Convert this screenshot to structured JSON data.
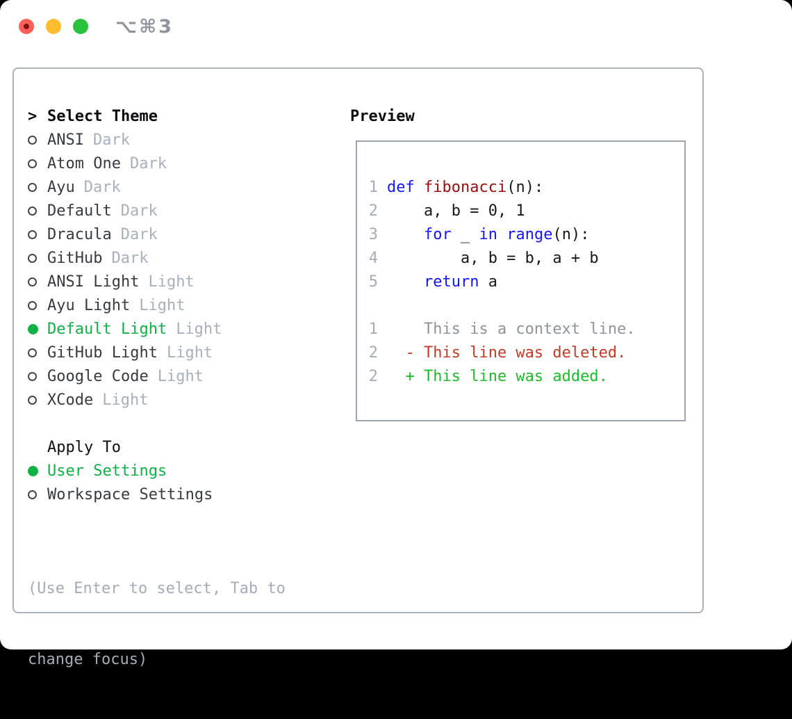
{
  "window": {
    "shortcut_label": "⌥⌘3",
    "traffic_lights": [
      "close-button",
      "minimize-button",
      "zoom-button"
    ]
  },
  "theme_selector": {
    "prompt": ">",
    "title": "Select Theme",
    "items": [
      {
        "name": "ANSI",
        "variant": "Dark",
        "selected": false
      },
      {
        "name": "Atom One",
        "variant": "Dark",
        "selected": false
      },
      {
        "name": "Ayu",
        "variant": "Dark",
        "selected": false
      },
      {
        "name": "Default",
        "variant": "Dark",
        "selected": false
      },
      {
        "name": "Dracula",
        "variant": "Dark",
        "selected": false
      },
      {
        "name": "GitHub",
        "variant": "Dark",
        "selected": false
      },
      {
        "name": "ANSI Light",
        "variant": "Light",
        "selected": false
      },
      {
        "name": "Ayu Light",
        "variant": "Light",
        "selected": false
      },
      {
        "name": "Default Light",
        "variant": "Light",
        "selected": true
      },
      {
        "name": "GitHub Light",
        "variant": "Light",
        "selected": false
      },
      {
        "name": "Google Code",
        "variant": "Light",
        "selected": false
      },
      {
        "name": "XCode",
        "variant": "Light",
        "selected": false
      }
    ],
    "apply_to": {
      "title": "Apply To",
      "options": [
        {
          "label": "User Settings",
          "selected": true
        },
        {
          "label": "Workspace Settings",
          "selected": false
        }
      ]
    },
    "hint_lines": [
      "(Use Enter to select, Tab to",
      "change focus)"
    ]
  },
  "preview": {
    "title": "Preview",
    "code": [
      {
        "num": "1",
        "segs": [
          {
            "t": "def "
          },
          {
            "t": "fibonacci"
          },
          {
            "t": "(n):"
          }
        ]
      },
      {
        "num": "2",
        "segs": [
          {
            "t": "    a, b = 0, 1"
          }
        ]
      },
      {
        "num": "3",
        "segs": [
          {
            "t": "    "
          },
          {
            "t": "for"
          },
          {
            "t": " _ "
          },
          {
            "t": "in"
          },
          {
            "t": " "
          },
          {
            "t": "range"
          },
          {
            "t": "(n):"
          }
        ]
      },
      {
        "num": "4",
        "segs": [
          {
            "t": "        a, b = b, a + b"
          }
        ]
      },
      {
        "num": "5",
        "segs": [
          {
            "t": "    "
          },
          {
            "t": "return"
          },
          {
            "t": " a"
          }
        ]
      }
    ],
    "diff": [
      {
        "num": "1",
        "type": "context",
        "text": "    This is a context line."
      },
      {
        "num": "2",
        "type": "deleted",
        "text": "  - This line was deleted."
      },
      {
        "num": "2",
        "type": "added",
        "text": "  + This line was added."
      }
    ]
  },
  "colors": {
    "selection_green": "#10b244",
    "added_green": "#1bbd2b",
    "deleted_red": "#c43a28",
    "keyword_blue": "#1315ff",
    "function_red": "#9a0f0b",
    "muted_gray": "#a7b0bd",
    "border_gray": "#a9b1bb",
    "traffic_red": "#ff5f57",
    "traffic_yellow": "#febc2e",
    "traffic_green": "#2ac13f"
  }
}
